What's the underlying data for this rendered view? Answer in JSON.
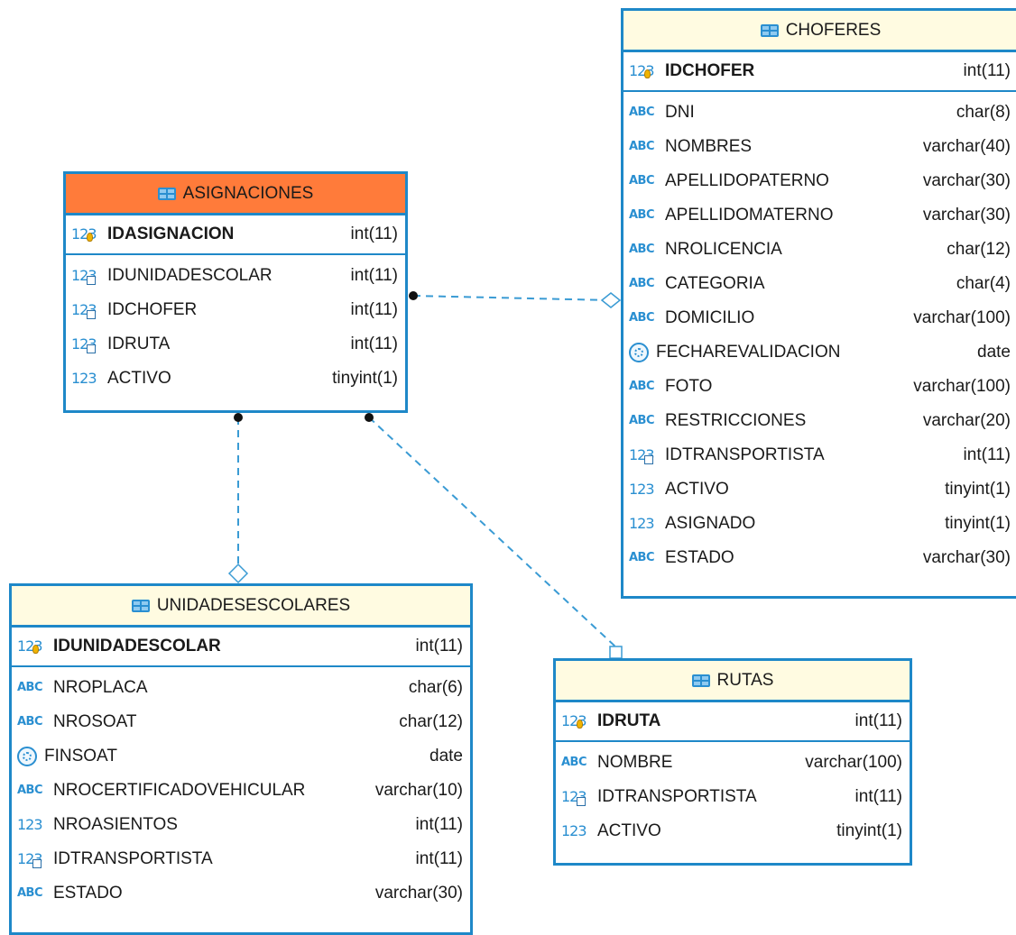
{
  "entities": {
    "asignaciones": {
      "title": "ASIGNACIONES",
      "pk": {
        "name": "IDASIGNACION",
        "type": "int(11)",
        "icon": "key-number-icon"
      },
      "columns": [
        {
          "name": "IDUNIDADESCOLAR",
          "type": "int(11)",
          "icon": "fk-number-icon"
        },
        {
          "name": "IDCHOFER",
          "type": "int(11)",
          "icon": "fk-number-icon"
        },
        {
          "name": "IDRUTA",
          "type": "int(11)",
          "icon": "fk-number-icon"
        },
        {
          "name": "ACTIVO",
          "type": "tinyint(1)",
          "icon": "number-icon"
        }
      ]
    },
    "choferes": {
      "title": "CHOFERES",
      "pk": {
        "name": "IDCHOFER",
        "type": "int(11)",
        "icon": "key-number-icon"
      },
      "columns": [
        {
          "name": "DNI",
          "type": "char(8)",
          "icon": "text-icon"
        },
        {
          "name": "NOMBRES",
          "type": "varchar(40)",
          "icon": "text-icon"
        },
        {
          "name": "APELLIDOPATERNO",
          "type": "varchar(30)",
          "icon": "text-icon"
        },
        {
          "name": "APELLIDOMATERNO",
          "type": "varchar(30)",
          "icon": "text-icon"
        },
        {
          "name": "NROLICENCIA",
          "type": "char(12)",
          "icon": "text-icon"
        },
        {
          "name": "CATEGORIA",
          "type": "char(4)",
          "icon": "text-icon"
        },
        {
          "name": "DOMICILIO",
          "type": "varchar(100)",
          "icon": "text-icon"
        },
        {
          "name": "FECHAREVALIDACION",
          "type": "date",
          "icon": "date-icon"
        },
        {
          "name": "FOTO",
          "type": "varchar(100)",
          "icon": "text-icon"
        },
        {
          "name": "RESTRICCIONES",
          "type": "varchar(20)",
          "icon": "text-icon"
        },
        {
          "name": "IDTRANSPORTISTA",
          "type": "int(11)",
          "icon": "fk-number-icon"
        },
        {
          "name": "ACTIVO",
          "type": "tinyint(1)",
          "icon": "number-icon"
        },
        {
          "name": "ASIGNADO",
          "type": "tinyint(1)",
          "icon": "number-icon"
        },
        {
          "name": "ESTADO",
          "type": "varchar(30)",
          "icon": "text-icon"
        }
      ]
    },
    "unidadesescolares": {
      "title": "UNIDADESESCOLARES",
      "pk": {
        "name": "IDUNIDADESCOLAR",
        "type": "int(11)",
        "icon": "key-number-icon"
      },
      "columns": [
        {
          "name": "NROPLACA",
          "type": "char(6)",
          "icon": "text-icon"
        },
        {
          "name": "NROSOAT",
          "type": "char(12)",
          "icon": "text-icon"
        },
        {
          "name": "FINSOAT",
          "type": "date",
          "icon": "date-icon"
        },
        {
          "name": "NROCERTIFICADOVEHICULAR",
          "type": "varchar(10)",
          "icon": "text-icon"
        },
        {
          "name": "NROASIENTOS",
          "type": "int(11)",
          "icon": "number-icon"
        },
        {
          "name": "IDTRANSPORTISTA",
          "type": "int(11)",
          "icon": "fk-number-icon"
        },
        {
          "name": "ESTADO",
          "type": "varchar(30)",
          "icon": "text-icon"
        }
      ]
    },
    "rutas": {
      "title": "RUTAS",
      "pk": {
        "name": "IDRUTA",
        "type": "int(11)",
        "icon": "key-number-icon"
      },
      "columns": [
        {
          "name": "NOMBRE",
          "type": "varchar(100)",
          "icon": "text-icon"
        },
        {
          "name": "IDTRANSPORTISTA",
          "type": "int(11)",
          "icon": "fk-number-icon"
        },
        {
          "name": "ACTIVO",
          "type": "tinyint(1)",
          "icon": "number-icon"
        }
      ]
    }
  },
  "icon_glyphs": {
    "number": "123",
    "text": "ABC"
  },
  "relationships": [
    {
      "from": "asignaciones",
      "to": "choferes"
    },
    {
      "from": "asignaciones",
      "to": "unidadesescolares"
    },
    {
      "from": "asignaciones",
      "to": "rutas"
    }
  ],
  "colors": {
    "border": "#1e88c8",
    "header": "#fffbe1",
    "header_selected": "#ff7b3a",
    "icon": "#2a8fd1",
    "link": "#3a9bd4"
  }
}
